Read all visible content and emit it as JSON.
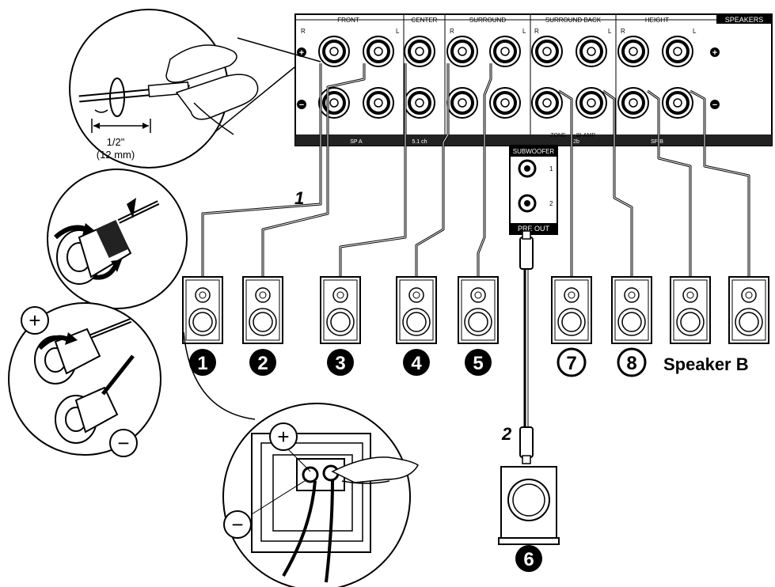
{
  "panel": {
    "sections": [
      "FRONT",
      "CENTER",
      "SURROUND",
      "SURROUND BACK",
      "HEIGHT"
    ],
    "speakers_label": "SPEAKERS",
    "channel_letters": {
      "right": "R",
      "left": "L"
    },
    "bottom_labels": [
      "SP A",
      "5.1 ch",
      "ZONE",
      "BI-AMP",
      "SP B"
    ],
    "bottom_sub": "2b",
    "plus": "+",
    "minus": "−"
  },
  "subwoofer": {
    "header": "SUBWOOFER",
    "jack_numbers": [
      "1",
      "2"
    ],
    "footer": "PRE OUT"
  },
  "steps": [
    "1",
    "2"
  ],
  "wire_strip": {
    "imperial": "1/2\"",
    "metric": "(12 mm)"
  },
  "speaker_numbers": [
    "1",
    "2",
    "3",
    "4",
    "5",
    "7",
    "8"
  ],
  "speaker_b_label": "Speaker B",
  "subwoofer_number": "6",
  "polarity": {
    "plus": "+",
    "minus": "−"
  }
}
